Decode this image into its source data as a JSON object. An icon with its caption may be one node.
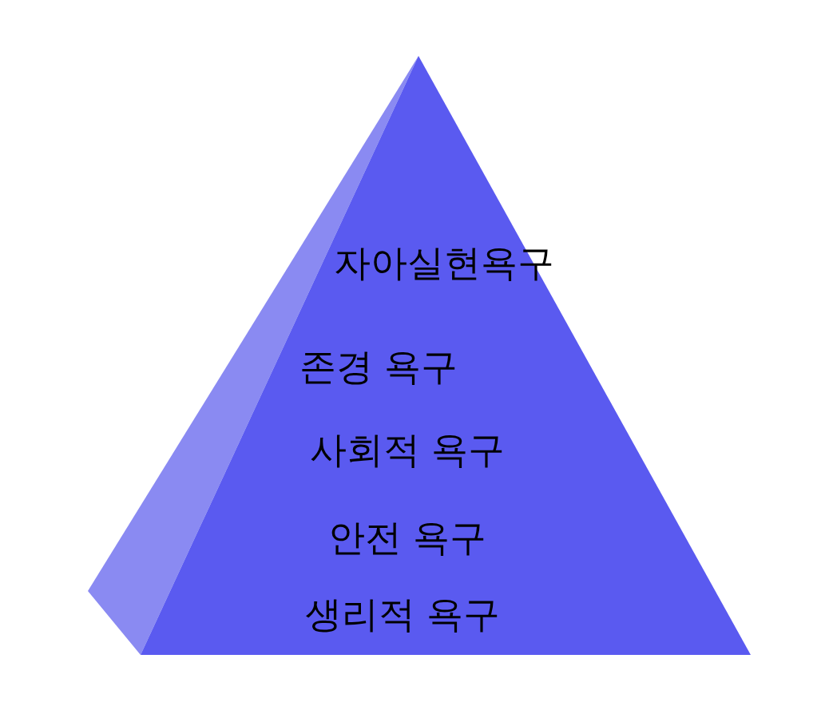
{
  "diagram": {
    "nodes": [
      {
        "text": [
          "자아실현욕구",
          "존경 욕구",
          "사회적 욕구",
          "안전 욕구",
          "생리적 욕구"
        ]
      }
    ]
  }
}
